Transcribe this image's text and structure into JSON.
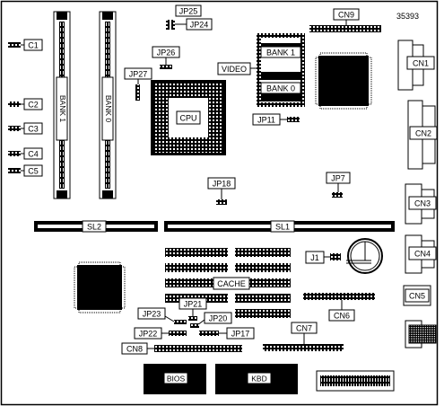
{
  "figure_number": "35393",
  "labels": {
    "c1": "C1",
    "c2": "C2",
    "c3": "C3",
    "c4": "C4",
    "c5": "C5",
    "bank1_simm": "BANK 1",
    "bank0_simm": "BANK 0",
    "jp25": "JP25",
    "jp24": "JP24",
    "jp26": "JP26",
    "jp27": "JP27",
    "cpu": "CPU",
    "video": "VIDEO",
    "video_bank1": "BANK 1",
    "video_bank0": "BANK 0",
    "jp11": "JP11",
    "cn9": "CN9",
    "cn1": "CN1",
    "cn2": "CN2",
    "cn3": "CN3",
    "cn4": "CN4",
    "cn5": "CN5",
    "cn6": "CN6",
    "cn7": "CN7",
    "cn8": "CN8",
    "jp18": "JP18",
    "jp7": "JP7",
    "sl2": "SL2",
    "sl1": "SL1",
    "j1": "J1",
    "cache": "CACHE",
    "jp21": "JP21",
    "jp23": "JP23",
    "jp20": "JP20",
    "jp22": "JP22",
    "jp17": "JP17",
    "bios": "BIOS",
    "kbd": "KBD"
  }
}
